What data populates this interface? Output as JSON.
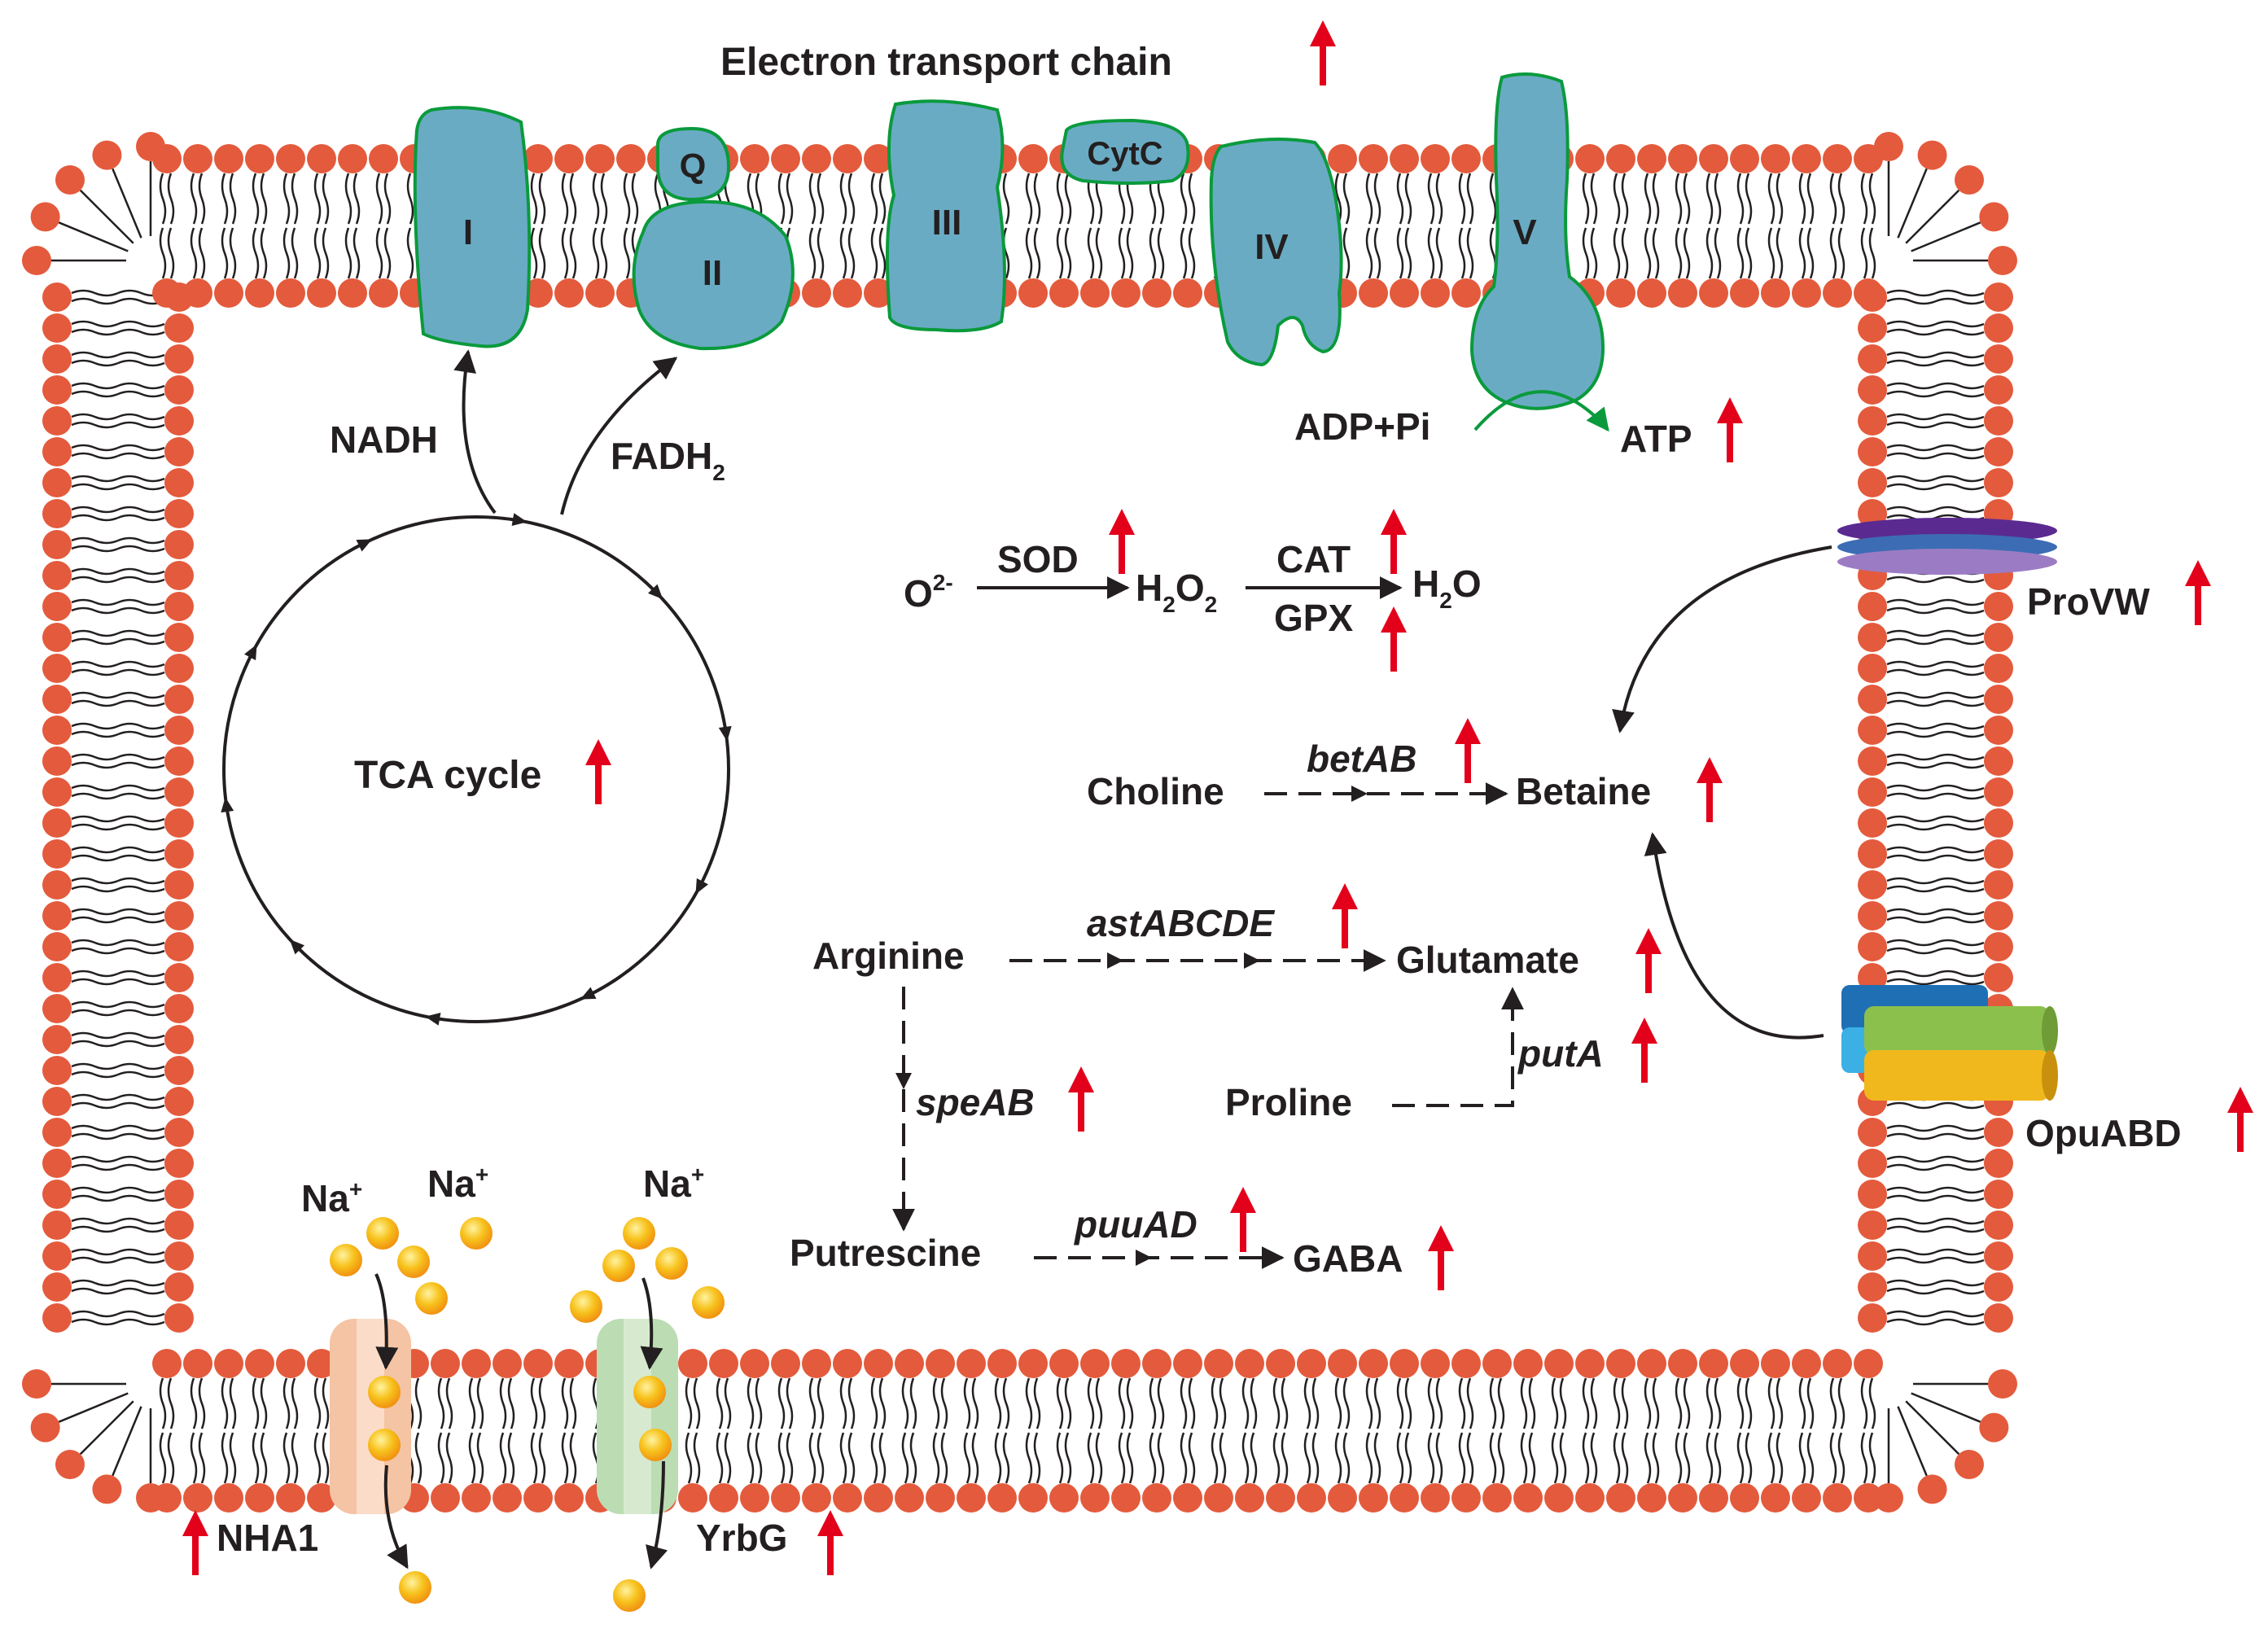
{
  "title": "Electron transport chain",
  "complexes": {
    "c1": "I",
    "q": "Q",
    "c2": "II",
    "c3": "III",
    "cytc": "CytC",
    "c4": "IV",
    "c5": "V"
  },
  "tca": {
    "label": "TCA cycle",
    "nadh": "NADH",
    "fadh": "FADH",
    "fadh_sub": "2"
  },
  "atp": {
    "adp": "ADP+Pi",
    "atp": "ATP"
  },
  "ros": {
    "o2": "O",
    "o2_sup": "2-",
    "sod": "SOD",
    "h2o2_a": "H",
    "h2o2_sub1": "2",
    "h2o2_b": "O",
    "h2o2_sub2": "2",
    "cat": "CAT",
    "gpx": "GPX",
    "h2o_a": "H",
    "h2o_sub": "2",
    "h2o_b": "O"
  },
  "transporters": {
    "provw": "ProVW",
    "opuabd": "OpuABD",
    "nha1": "NHA1",
    "yrbg": "YrbG",
    "na": "Na",
    "na_sup": "+"
  },
  "metabolism": {
    "choline": "Choline",
    "betab": "betAB",
    "betaine": "Betaine",
    "arginine": "Arginine",
    "astabcde": "astABCDE",
    "glutamate": "Glutamate",
    "speab": "speAB",
    "proline": "Proline",
    "puta": "putA",
    "putrescine": "Putrescine",
    "puuad": "puuAD",
    "gaba": "GABA"
  },
  "colors": {
    "lipid_head": "#e45a3c",
    "protein_fill": "#6aabc4",
    "protein_stroke": "#0a9a3c",
    "arrow_up": "#e3001b",
    "text": "#231f20",
    "nha1": "#f4c4a4",
    "yrbg": "#bcdcb4",
    "sodium": "#f7b51c",
    "provw": [
      "#5b2a91",
      "#3c6db4",
      "#9b7cc4"
    ],
    "opuabd": [
      "#1f6fb4",
      "#3bb0e4",
      "#8cc04c",
      "#f0b81c"
    ]
  }
}
